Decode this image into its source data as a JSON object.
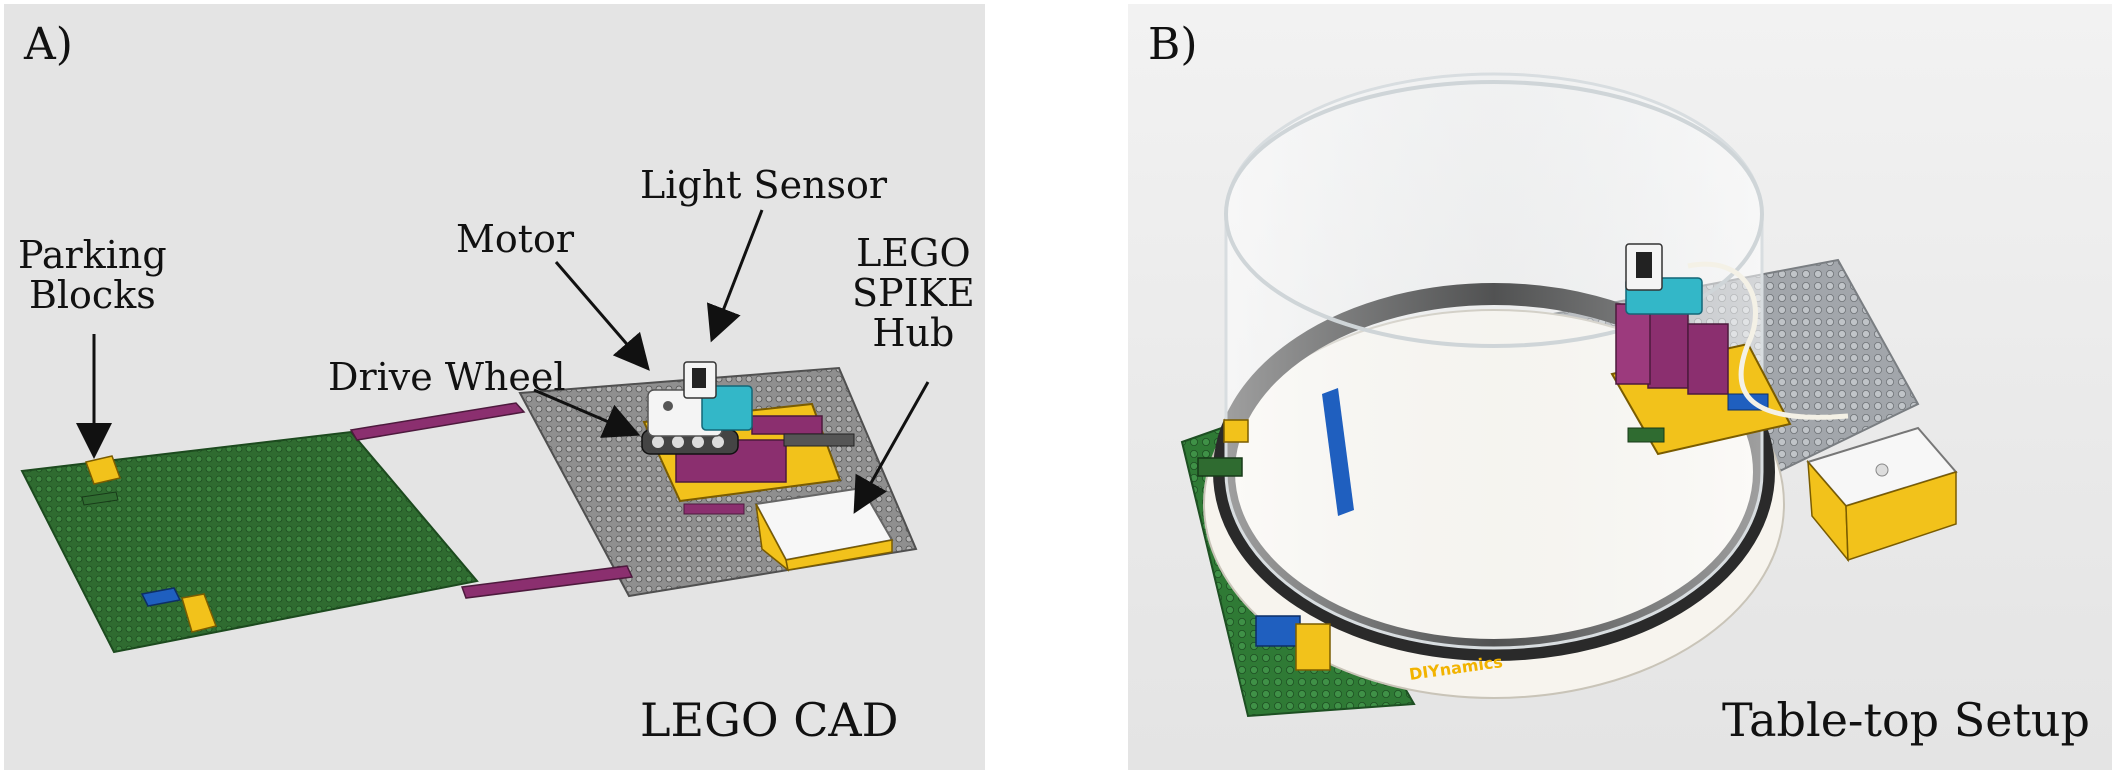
{
  "panel_a": {
    "letter": "A)",
    "caption": "LEGO CAD",
    "callouts": {
      "parking_blocks_line1": "Parking",
      "parking_blocks_line2": "Blocks",
      "motor": "Motor",
      "light_sensor": "Light Sensor",
      "drive_wheel": "Drive Wheel",
      "hub_line1": "LEGO",
      "hub_line2": "SPIKE",
      "hub_line3": "Hub"
    }
  },
  "panel_b": {
    "letter": "B)",
    "caption": "Table-top Setup",
    "brand_mark": "DIYnamics"
  },
  "colors": {
    "baseplate_green": "#2f6b30",
    "baseplate_gray": "#9a9a9a",
    "lego_yellow": "#f2c21b",
    "lego_magenta": "#8b2f6f",
    "lego_blue": "#1f5fbf",
    "lego_cyan": "#33b7c8",
    "ring_black": "#2a2a2a"
  }
}
